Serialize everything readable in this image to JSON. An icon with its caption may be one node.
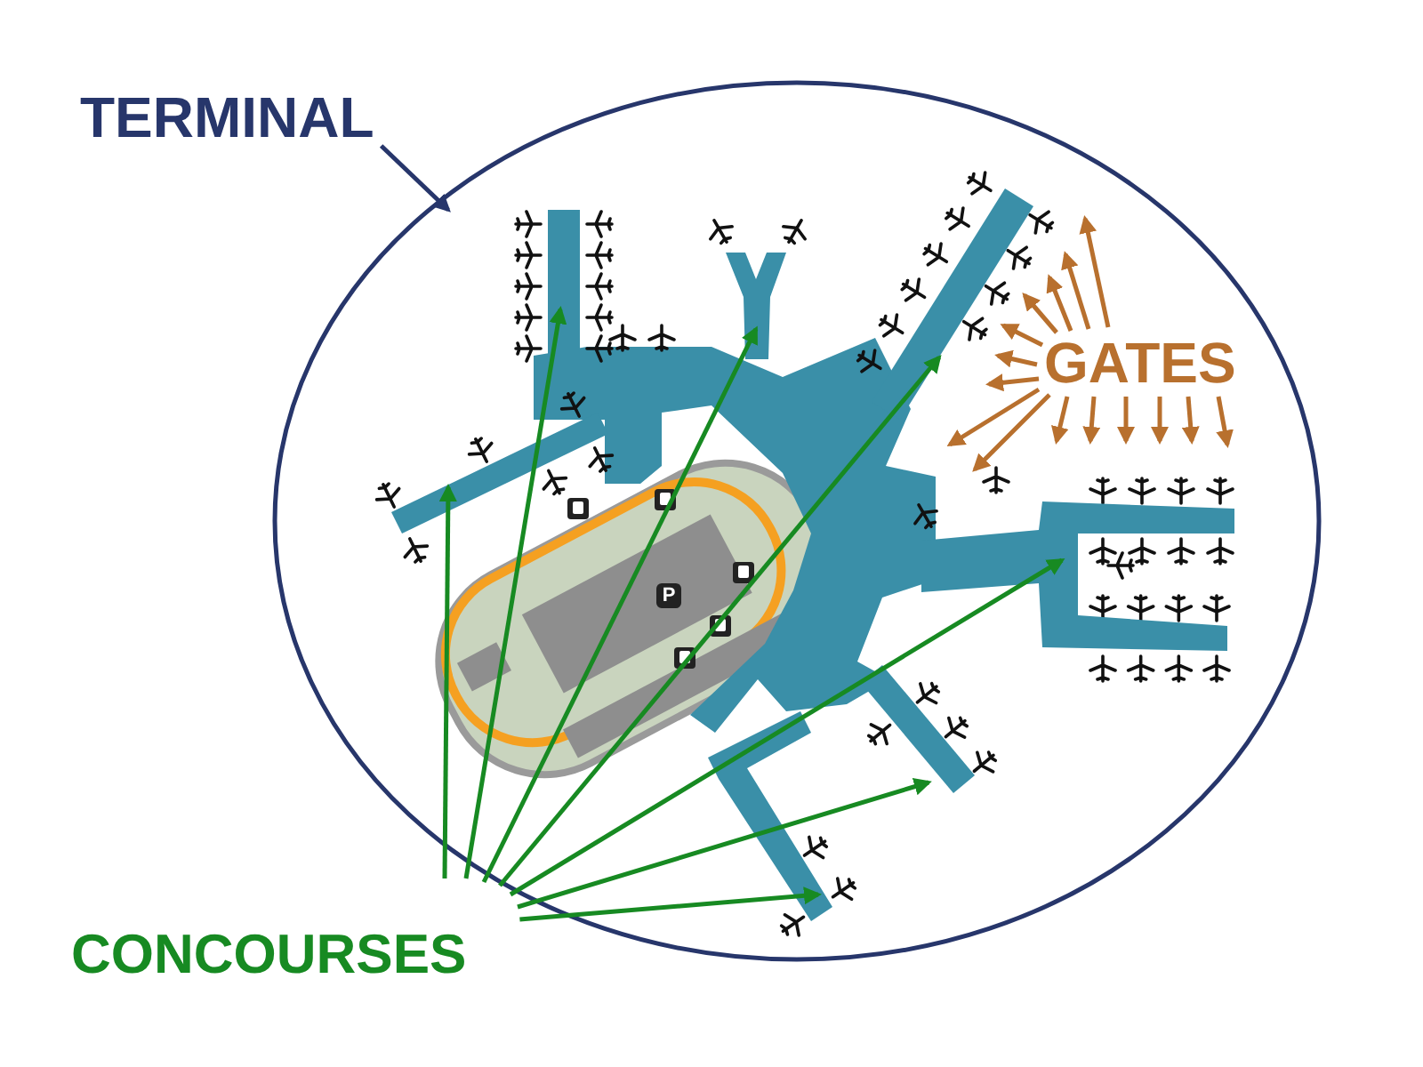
{
  "diagram": {
    "nodes": [
      {
        "text": [
          "TERMINAL"
        ]
      },
      {
        "text": [],
        "shape": "circle"
      },
      {
        "text": [
          "GATES"
        ],
        "in": 1
      },
      {
        "text": [
          "CONCOURSES"
        ]
      },
      {
        "text": [],
        "shape": "bar",
        "in": 1
      },
      {
        "text": [],
        "shape": "bar",
        "in": 1
      },
      {
        "text": [],
        "shape": "bar",
        "in": 1
      },
      {
        "text": [],
        "shape": "bar",
        "in": 1
      },
      {
        "text": [],
        "shape": "bar",
        "in": 1
      },
      {
        "text": [],
        "shape": "bar",
        "in": 1
      },
      {
        "text": [],
        "shape": "bar",
        "in": 1
      }
    ],
    "edges": [
      {
        "from": 0,
        "to": 1,
        "arrow": "to",
        "color": "#27366b"
      },
      {
        "from": 2,
        "to": null,
        "arrow": "to"
      },
      {
        "from": 2,
        "to": null,
        "arrow": "to"
      },
      {
        "from": 2,
        "to": null,
        "arrow": "to"
      },
      {
        "from": 2,
        "to": null,
        "arrow": "to"
      },
      {
        "from": 2,
        "to": null,
        "arrow": "to"
      },
      {
        "from": 2,
        "to": null,
        "arrow": "to"
      },
      {
        "from": 2,
        "to": null,
        "arrow": "to"
      },
      {
        "from": 2,
        "to": null,
        "arrow": "to"
      },
      {
        "from": 2,
        "to": null,
        "arrow": "to"
      },
      {
        "from": 2,
        "to": null,
        "arrow": "to"
      },
      {
        "from": 2,
        "to": null,
        "arrow": "to"
      },
      {
        "from": 2,
        "to": null,
        "arrow": "to"
      },
      {
        "from": 2,
        "to": null,
        "arrow": "to"
      },
      {
        "from": 2,
        "to": null,
        "arrow": "to"
      },
      {
        "from": 2,
        "to": null,
        "arrow": "to"
      },
      {
        "from": 3,
        "to": 4,
        "arrow": "to",
        "color": "#178a22"
      },
      {
        "from": 3,
        "to": 5,
        "arrow": "to",
        "color": "#178a22"
      },
      {
        "from": 3,
        "to": 6,
        "arrow": "to",
        "color": "#178a22"
      },
      {
        "from": 3,
        "to": 7,
        "arrow": "to",
        "color": "#178a22"
      },
      {
        "from": 3,
        "to": 8,
        "arrow": "to",
        "color": "#178a22"
      },
      {
        "from": 3,
        "to": 9,
        "arrow": "to",
        "color": "#178a22"
      },
      {
        "from": 3,
        "to": 10,
        "arrow": "to",
        "color": "#178a22"
      }
    ],
    "labels": [
      "P"
    ]
  }
}
